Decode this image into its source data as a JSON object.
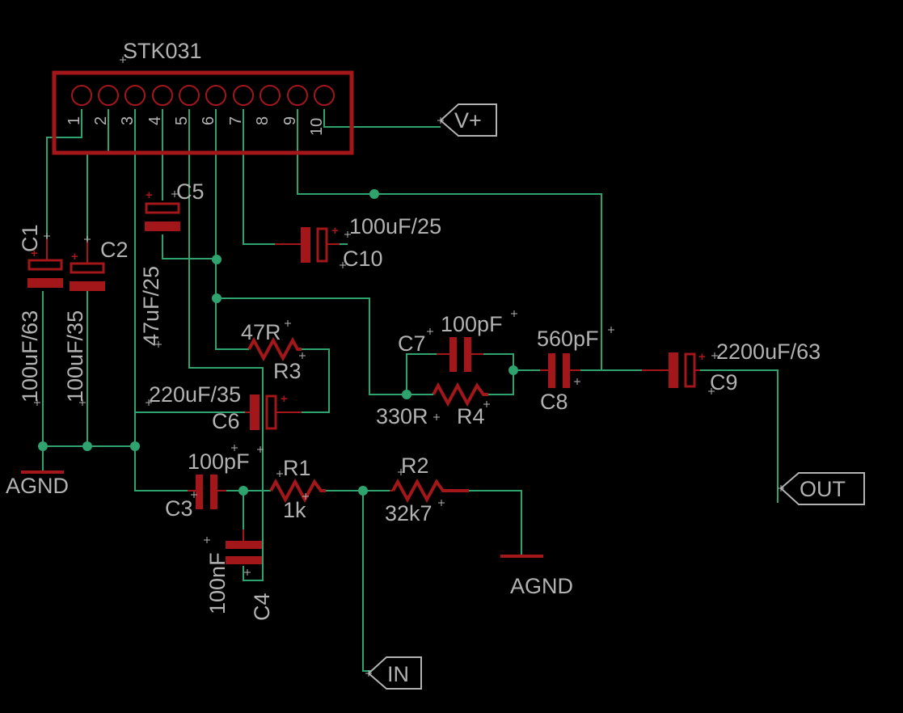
{
  "ic": {
    "name": "STK031",
    "pins": [
      "1",
      "2",
      "3",
      "4",
      "5",
      "6",
      "7",
      "8",
      "9",
      "10"
    ]
  },
  "components": {
    "c1": {
      "ref": "C1",
      "value": "100uF/63"
    },
    "c2": {
      "ref": "C2",
      "value": "100uF/35"
    },
    "c3": {
      "ref": "C3",
      "value": "100pF"
    },
    "c4": {
      "ref": "C4",
      "value": "100nF"
    },
    "c5": {
      "ref": "C5",
      "value": "47uF/25"
    },
    "c6": {
      "ref": "C6",
      "value": "220uF/35"
    },
    "c7": {
      "ref": "C7",
      "value": "100pF"
    },
    "c8": {
      "ref": "C8",
      "value": "560pF"
    },
    "c9": {
      "ref": "C9",
      "value": "2200uF/63"
    },
    "c10": {
      "ref": "C10",
      "value": "100uF/25"
    },
    "r1": {
      "ref": "R1",
      "value": "1k"
    },
    "r2": {
      "ref": "R2",
      "value": "32k7"
    },
    "r3": {
      "ref": "R3",
      "value": "47R"
    },
    "r4": {
      "ref": "R4",
      "value": "330R"
    }
  },
  "ports": {
    "vplus": "V+",
    "out": "OUT",
    "in": "IN"
  },
  "grounds": {
    "g1": "AGND",
    "g2": "AGND"
  },
  "plus_sign": "+",
  "colors": {
    "background": "#000000",
    "wire": "#2ea36e",
    "component": "#a3161a",
    "text": "#b2b2b2"
  }
}
